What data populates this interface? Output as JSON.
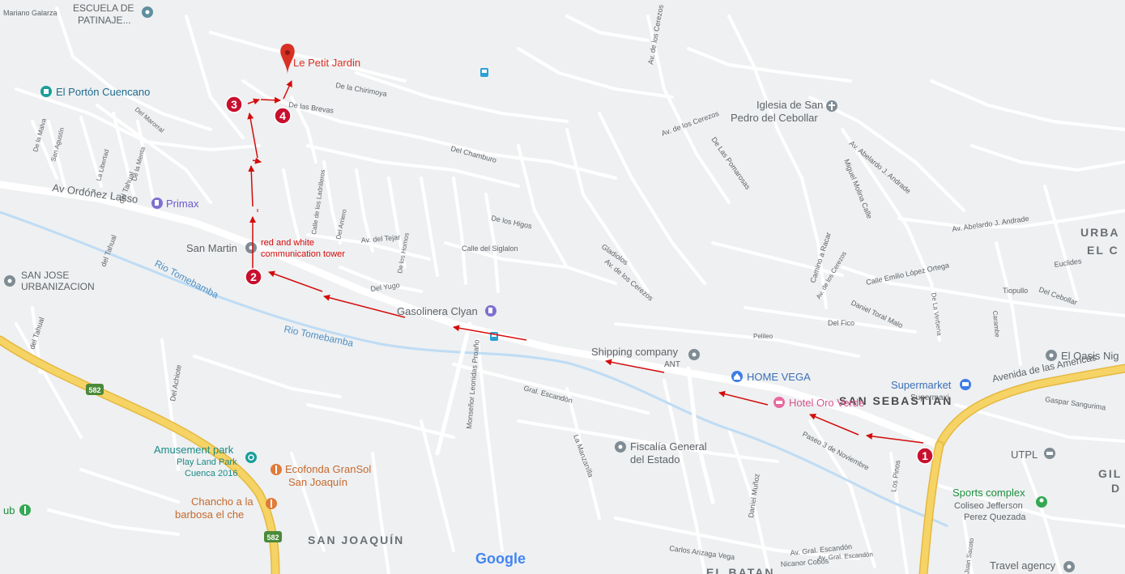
{
  "map": {
    "brand": "Google",
    "colors": {
      "land": "#eef0f1",
      "road_minor": "#ffffff",
      "road_major": "#ffffff",
      "highway": "#f6d365",
      "highway_stroke": "#e5b840",
      "river": "#bfdcf4",
      "route": "#d40b0b",
      "pin": "#d93025",
      "poi_teal": "#5f9ea0",
      "poi_purple": "#7e6fcf",
      "poi_orange": "#e07b39",
      "poi_pink": "#e76aa0",
      "poi_blue": "#3d7ee6",
      "poi_green": "#34a853",
      "label_gray": "#5f6368",
      "label_blue": "#1f6b8f"
    },
    "destination": {
      "name": "Le Petit Jardin",
      "icon": "map-pin-icon"
    },
    "annotation": {
      "line1": "red and white",
      "line2": "communication tower"
    },
    "steps": [
      "1",
      "2",
      "3",
      "4"
    ],
    "areas": [
      {
        "id": "san-joaquin",
        "text": "SAN JOAQUÍN"
      },
      {
        "id": "san-sebastian",
        "text": "SAN SEBASTIAN"
      },
      {
        "id": "urba",
        "text": "URBA"
      },
      {
        "id": "el-c",
        "text": "EL C"
      },
      {
        "id": "gil",
        "text": "GIL"
      },
      {
        "id": "d",
        "text": "D"
      },
      {
        "id": "el-batan",
        "text": "EL BATAN"
      }
    ],
    "rivers": [
      {
        "id": "rio1",
        "text": "Rio Tomebamba"
      },
      {
        "id": "rio2",
        "text": "Rio Tomebamba"
      }
    ],
    "streets": [
      {
        "id": "s1",
        "text": "Av Ordóñez Lasso"
      },
      {
        "id": "s2",
        "text": "De las Brevas"
      },
      {
        "id": "s3",
        "text": "De la Chirimoya"
      },
      {
        "id": "s4",
        "text": "Del Chamburo"
      },
      {
        "id": "s5",
        "text": "De los Higos"
      },
      {
        "id": "s6",
        "text": "Calle del Siglalon"
      },
      {
        "id": "s7",
        "text": "Av. del Tejar"
      },
      {
        "id": "s8",
        "text": "Del Yugo"
      },
      {
        "id": "s9",
        "text": "Gral. Escandón"
      },
      {
        "id": "s10",
        "text": "Av. de los Cerezos"
      },
      {
        "id": "s11",
        "text": "Av. de los Cerezos"
      },
      {
        "id": "s12",
        "text": "Gladiolos"
      },
      {
        "id": "s13",
        "text": "Av. de los Cerezos"
      },
      {
        "id": "s14",
        "text": "De Las Pomarosas"
      },
      {
        "id": "s15",
        "text": "Av. Abelardo J. Andrade"
      },
      {
        "id": "s16",
        "text": "Av. Abelardo J. Andrade"
      },
      {
        "id": "s17",
        "text": "Miguel Molina Calle"
      },
      {
        "id": "s18",
        "text": "Camino a Racar"
      },
      {
        "id": "s19",
        "text": "Calle Emilio López Ortega"
      },
      {
        "id": "s20",
        "text": "Daniel Toral Malo"
      },
      {
        "id": "s21",
        "text": "Del Fico"
      },
      {
        "id": "s22",
        "text": "Pelileo"
      },
      {
        "id": "s23",
        "text": "De La Verbena"
      },
      {
        "id": "s24",
        "text": "Euclides"
      },
      {
        "id": "s25",
        "text": "Tiopullo"
      },
      {
        "id": "s26",
        "text": "Del Cebollar"
      },
      {
        "id": "s27",
        "text": "Carambe"
      },
      {
        "id": "s28",
        "text": "Gaspar Sangurima"
      },
      {
        "id": "s29",
        "text": "Avenida de las Americas"
      },
      {
        "id": "s30",
        "text": "Paseo 3 de Noviembre"
      },
      {
        "id": "s31",
        "text": "Los Pinos"
      },
      {
        "id": "s32",
        "text": "Daniel Muñoz"
      },
      {
        "id": "s33",
        "text": "La Manzanilla"
      },
      {
        "id": "s34",
        "text": "Monseñor Leonidas Proaño"
      },
      {
        "id": "s35",
        "text": "Carlos Arizaga Vega"
      },
      {
        "id": "s36",
        "text": "Av. Gral. Escandón"
      },
      {
        "id": "s37",
        "text": "Nicanor Cobos"
      },
      {
        "id": "s38",
        "text": "Del Achiote"
      },
      {
        "id": "s39",
        "text": "del Tahual"
      },
      {
        "id": "s40",
        "text": "del Tahual"
      },
      {
        "id": "s41",
        "text": "del Tahual"
      },
      {
        "id": "s42",
        "text": "De la Malva"
      },
      {
        "id": "s43",
        "text": "San Agustín"
      },
      {
        "id": "s44",
        "text": "La Libertad"
      },
      {
        "id": "s45",
        "text": "De la Menta"
      },
      {
        "id": "s46",
        "text": "Del Marorral"
      },
      {
        "id": "s47",
        "text": "Calle de los Ladrilleros"
      },
      {
        "id": "s48",
        "text": "Del Arriero"
      },
      {
        "id": "s49",
        "text": "De los Hornos"
      },
      {
        "id": "s50",
        "text": "Mariano Galarza"
      },
      {
        "id": "s51",
        "text": "Av. de los Cerezos"
      },
      {
        "id": "s52",
        "text": "Juan Sacoto"
      },
      {
        "id": "s53",
        "text": "Av. Gral. Escandón"
      }
    ],
    "pois": [
      {
        "id": "escuela",
        "line1": "ESCUELA DE",
        "line2": "PATINAJE...",
        "icon": "place-icon"
      },
      {
        "id": "porton",
        "line1": "El Portón Cuencano",
        "line2": "",
        "icon": "place-icon"
      },
      {
        "id": "primax",
        "line1": "Primax",
        "line2": "",
        "icon": "gas-station-icon"
      },
      {
        "id": "sanmartin",
        "line1": "San Martin",
        "line2": "",
        "icon": "place-icon"
      },
      {
        "id": "sanjose",
        "line1": "SAN JOSE",
        "line2": "URBANIZACION",
        "icon": "place-icon"
      },
      {
        "id": "clyan",
        "line1": "Gasolinera Clyan",
        "line2": "",
        "icon": "gas-station-icon"
      },
      {
        "id": "shipping",
        "line1": "Shipping company",
        "line2": "ANT",
        "icon": "place-icon"
      },
      {
        "id": "homevega",
        "line1": "HOME VEGA",
        "line2": "",
        "icon": "home-icon"
      },
      {
        "id": "orover",
        "line1": "Hotel Oro Verde",
        "line2": "",
        "icon": "hotel-icon"
      },
      {
        "id": "iglesia",
        "line1": "Iglesia de San",
        "line2": "Pedro del Cebollar",
        "icon": "church-icon"
      },
      {
        "id": "supermaxi",
        "line1": "Supermarket",
        "line2": "Supermaxi",
        "icon": "shopping-cart-icon"
      },
      {
        "id": "oasis",
        "line1": "El Oasis Nig",
        "line2": "",
        "icon": "place-icon"
      },
      {
        "id": "utpl",
        "line1": "UTPL",
        "line2": "",
        "icon": "school-icon"
      },
      {
        "id": "fiscalia",
        "line1": "Fiscalía General",
        "line2": "del Estado",
        "icon": "place-icon"
      },
      {
        "id": "coliseo",
        "line1": "Sports complex",
        "line2": "Coliseo Jefferson",
        "line3": "Perez Quezada",
        "icon": "sports-icon"
      },
      {
        "id": "travel",
        "line1": "Travel agency",
        "line2": "",
        "icon": "place-icon"
      },
      {
        "id": "playland",
        "line1": "Amusement park",
        "line2": "Play Land Park",
        "line3": "Cuenca 2016",
        "icon": "amusement-park-icon"
      },
      {
        "id": "gransol",
        "line1": "Ecofonda GranSol",
        "line2": "San Joaquín",
        "icon": "restaurant-icon"
      },
      {
        "id": "chancho",
        "line1": "Chancho a la",
        "line2": "barbosa el che",
        "icon": "restaurant-icon"
      },
      {
        "id": "club",
        "line1": "ub",
        "line2": "",
        "icon": "money-icon"
      }
    ],
    "highway_shield": "582"
  }
}
